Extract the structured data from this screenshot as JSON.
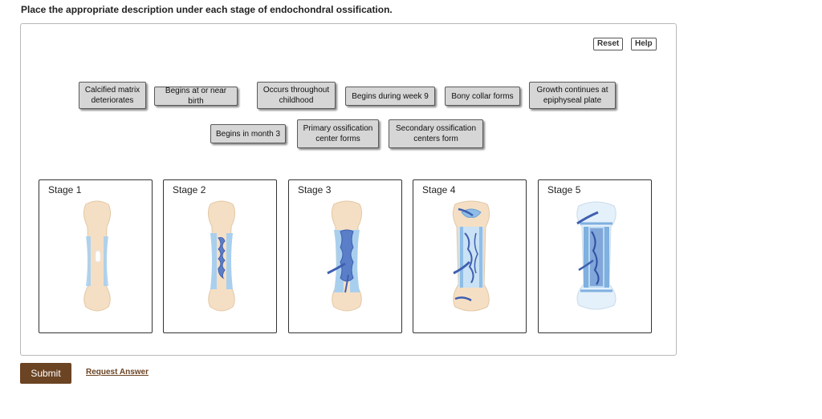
{
  "instruction": "Place the appropriate description under each stage of endochondral ossification.",
  "controls": {
    "reset_label": "Reset",
    "help_label": "Help"
  },
  "labels": [
    "Calcified matrix deteriorates",
    "Begins at or near birth",
    "Occurs throughout childhood",
    "Begins during week 9",
    "Bony collar forms",
    "Growth continues at epiphyseal plate",
    "Begins in month 3",
    "Primary ossification center forms",
    "Secondary ossification centers form"
  ],
  "stages": [
    {
      "label": "Stage 1"
    },
    {
      "label": "Stage 2"
    },
    {
      "label": "Stage 3"
    },
    {
      "label": "Stage 4"
    },
    {
      "label": "Stage 5"
    }
  ],
  "footer": {
    "submit_label": "Submit",
    "request_label": "Request Answer"
  },
  "colors": {
    "accent": "#6b4423",
    "tile_bg": "#d6d6d6",
    "cartilage": "#f5dfc4",
    "bone_blue": "#b8d8f0",
    "vessel": "#3f5fb0"
  }
}
